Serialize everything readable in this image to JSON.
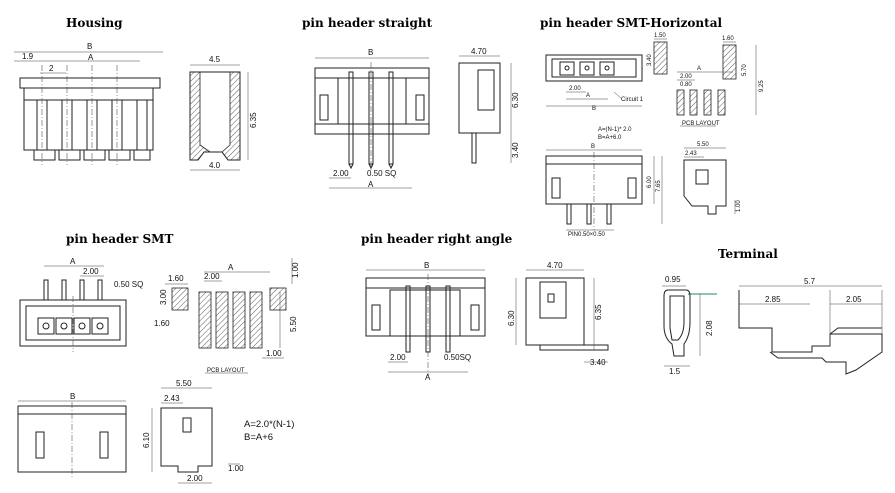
{
  "titles": {
    "housing": "Housing",
    "straight": "pin header straight",
    "smt_horizontal": "pin header SMT-Horizontal",
    "smt": "pin header SMT",
    "right_angle": "pin header right angle",
    "terminal": "Terminal"
  },
  "housing": {
    "dim_b": "B",
    "dim_a": "A",
    "dim_1_9": "1.9",
    "dim_2": "2",
    "dim_4_5": "4.5",
    "dim_6_35": "6.35",
    "dim_4_0": "4.0"
  },
  "straight": {
    "dim_b": "B",
    "dim_4_70": "4.70",
    "dim_6_30": "6.30",
    "dim_3_40": "3.40",
    "dim_2_00": "2.00",
    "dim_0_50sq": "0.50 SQ",
    "dim_a": "A"
  },
  "smt_h": {
    "dim_1_50": "1.50",
    "dim_3_40": "3.40",
    "dim_1_60": "1.60",
    "dim_5_70": "5.70",
    "dim_a": "A",
    "dim_2_00": "2.00",
    "dim_b": "B",
    "dim_0_80": "0.80",
    "circuit": "Circuit 1",
    "dim_9_25": "9.25",
    "pcb_layout": "PCB LAYOUT",
    "formula_a": "A=(N-1)* 2.0",
    "formula_b": "B=A+6.0",
    "dim_6_00": "6.00",
    "dim_7_65": "7.65",
    "pin_label": "PIN0.50×0.50",
    "dim_5_50": "5.50",
    "dim_2_43": "2.43",
    "dim_1_00": "1.00"
  },
  "smt": {
    "dim_a": "A",
    "dim_2_00": "2.00",
    "dim_0_50sq": "0.50 SQ",
    "dim_1_60": "1.60",
    "dim_3_00": "3.00",
    "dim_1_60b": "1.60",
    "dim_5_50": "5.50",
    "dim_1_00": "1.00",
    "dim_1_00b": "1.00",
    "pcb_layout": "PCB LAYOUT",
    "dim_b": "B",
    "dim_5_50b": "5.50",
    "dim_2_43": "2.43",
    "dim_6_10": "6.10",
    "dim_1_00c": "1.00",
    "dim_2_00b": "2.00",
    "formula_a": "A=2.0*(N-1)",
    "formula_b": "B=A+6"
  },
  "right_angle": {
    "dim_b": "B",
    "dim_2_00": "2.00",
    "dim_0_50sq": "0.50SQ",
    "dim_a": "A",
    "dim_4_70": "4.70",
    "dim_6_30": "6.30",
    "dim_6_35": "6.35",
    "dim_3_40": "3.40"
  },
  "terminal": {
    "dim_0_95": "0.95",
    "dim_2_08": "2.08",
    "dim_1_5": "1.5",
    "dim_5_7": "5.7",
    "dim_2_85": "2.85",
    "dim_2_05": "2.05"
  }
}
